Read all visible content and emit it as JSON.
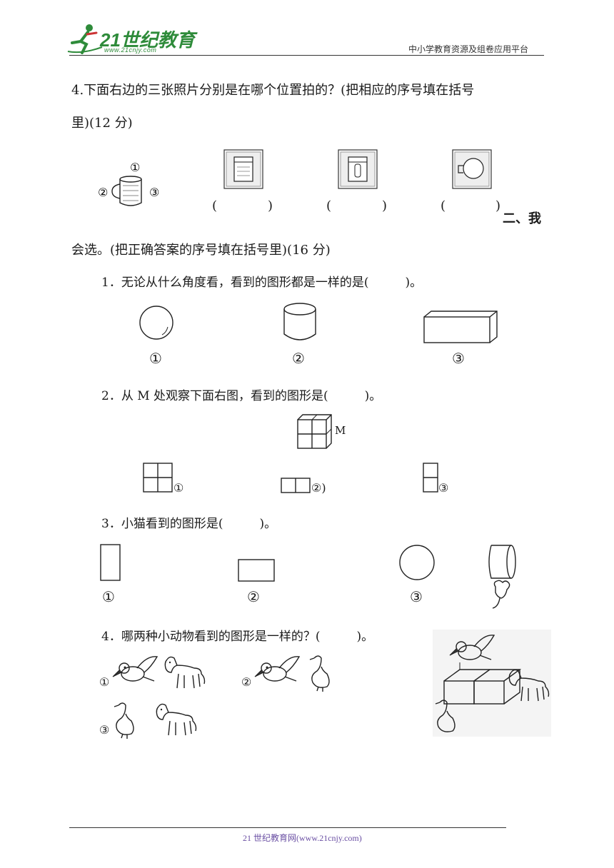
{
  "header": {
    "logo_text": "21世纪教育",
    "logo_sub": "www.21cnjy.com",
    "right_text": "中小学教育资源及组卷应用平台"
  },
  "q4": {
    "line1": "4.下面右边的三张照片分别是在哪个位置拍的？(把相应的序号填在括号",
    "line2": "里)(12 分)",
    "cup_labels": [
      "①",
      "②",
      "③"
    ],
    "parens": [
      "(",
      ")",
      "(",
      ")",
      "(",
      ")"
    ],
    "tail": "二、我"
  },
  "section2": {
    "title": "会选。(把正确答案的序号填在括号里)(16 分)",
    "q1": {
      "text": "1．无论从什么角度看，看到的图形都是一样的是(　　　)。",
      "labels": [
        "①",
        "②",
        "③"
      ]
    },
    "q2": {
      "text": "2．从 M 处观察下面右图，看到的图形是(　　　)。",
      "m_label": "M",
      "labels": [
        "①",
        "②)",
        "③"
      ]
    },
    "q3": {
      "text": "3．小猫看到的图形是(　　　)。",
      "labels": [
        "①",
        "②",
        "③"
      ]
    },
    "q4": {
      "text": "4．哪两种小动物看到的图形是一样的？(　　　)。",
      "labels": [
        "①",
        "②",
        "③"
      ]
    }
  },
  "footer": {
    "text": "21 世纪教育网(www.21cnjy.com)"
  }
}
